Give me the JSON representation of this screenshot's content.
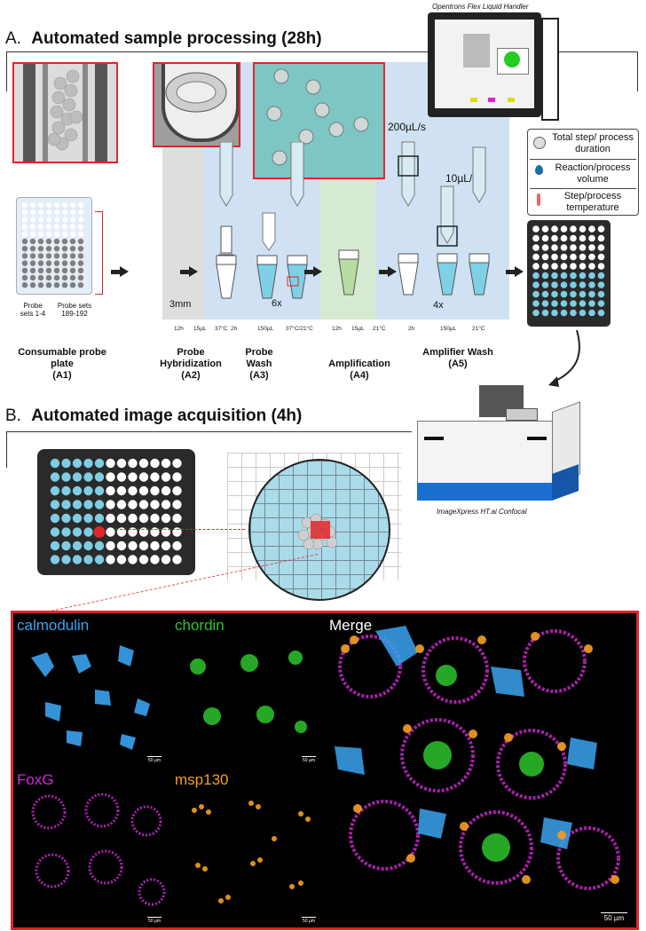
{
  "sectionA": {
    "letter": "A.",
    "title": "Automated sample processing (28h)"
  },
  "sectionB": {
    "letter": "B.",
    "title": "Automated image acquisition (4h)"
  },
  "instrument_top": "Opentrons Flex Liquid Handler",
  "instrument_bottom": "ImageXpress HT.ai Confocal",
  "legend": {
    "duration": "Total step/ process duration",
    "volume": "Reaction/process volume",
    "temperature": "Step/process temperature"
  },
  "plate_labels": {
    "left": "Probe sets 1-4",
    "right": "Probe sets 189-192"
  },
  "annotations": {
    "depth": "3mm",
    "flow_fast": "200µL/s",
    "flow_slow": "10µL/s",
    "repeat_wash": "6x",
    "repeat_amp_wash": "4x"
  },
  "steps": [
    {
      "name": "Consumable probe plate",
      "code": "(A1)"
    },
    {
      "name": "Probe Hybridization",
      "code": "(A2)",
      "time": "12h",
      "volume": "15µL",
      "temp": "37°C"
    },
    {
      "name": "Probe Wash",
      "code": "(A3)",
      "time": "2h",
      "volume": "150µL",
      "temp": "37°C/21°C"
    },
    {
      "name": "Amplification",
      "code": "(A4)",
      "time": "12h",
      "volume": "15µL",
      "temp": "21°C"
    },
    {
      "name": "Amplifier Wash",
      "code": "(A5)",
      "time": "2h",
      "volume": "150µL",
      "temp": "21°C"
    }
  ],
  "panels": {
    "calmodulin": "calmodulin",
    "chordin": "chordin",
    "merge": "Merge",
    "foxg": "FoxG",
    "msp130": "msp130",
    "scalebar": "50 µm"
  },
  "colors": {
    "red_frame": "#e0252b",
    "stage_blue": "#cfe1f2",
    "stage_green": "#d6ead2",
    "stage_gray": "#dedede",
    "well_blue": "#7ecde3",
    "calmodulin": "#3aa3f0",
    "chordin": "#2dc62d",
    "foxg": "#d12ad4",
    "msp130": "#f5a020"
  }
}
